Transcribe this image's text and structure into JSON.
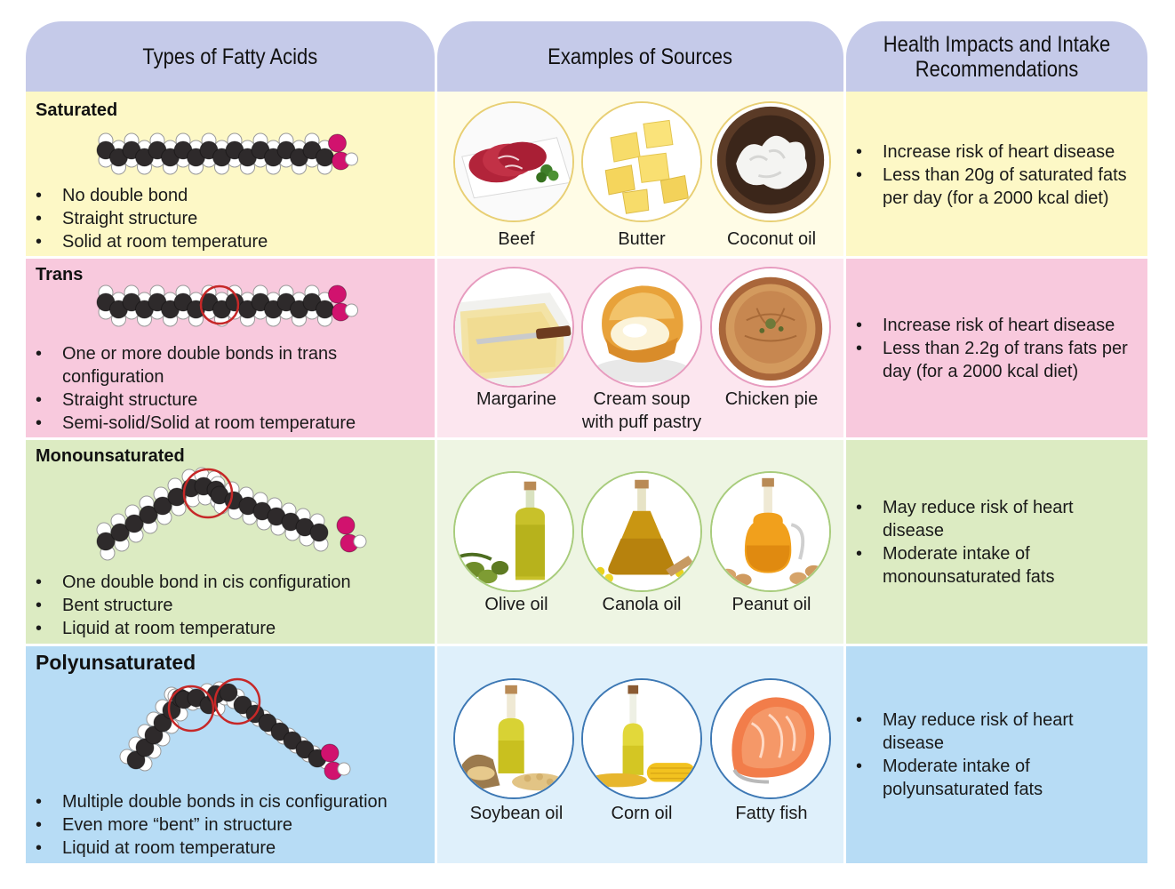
{
  "headers": {
    "types": "Types of Fatty Acids",
    "sources": "Examples of Sources",
    "health": "Health Impacts and Intake Recommendations"
  },
  "rows": [
    {
      "title": "Saturated",
      "bullets": [
        "No double bond",
        "Straight structure",
        "Solid at room temperature"
      ],
      "sources": [
        "Beef",
        "Butter",
        "Coconut oil"
      ],
      "health": [
        "Increase risk of heart disease",
        "Less than 20g of saturated fats per day (for a 2000 kcal diet)"
      ]
    },
    {
      "title": "Trans",
      "bullets": [
        "One or more double bonds in trans configuration",
        "Straight structure",
        "Semi-solid/Solid at room temperature"
      ],
      "sources": [
        "Margarine",
        "Cream soup with puff pastry",
        "Chicken pie"
      ],
      "health": [
        "Increase risk of heart disease",
        "Less than 2.2g of trans fats per day (for a 2000 kcal diet)"
      ]
    },
    {
      "title": "Monounsaturated",
      "bullets": [
        "One double bond in cis configuration",
        "Bent structure",
        "Liquid at room temperature"
      ],
      "sources": [
        "Olive oil",
        "Canola oil",
        "Peanut oil"
      ],
      "health": [
        "May reduce risk of heart disease",
        "Moderate intake of monounsaturated fats"
      ]
    },
    {
      "title": "Polyunsaturated",
      "bullets": [
        "Multiple double bonds in cis configuration",
        "Even more “bent” in structure",
        "Liquid at room temperature"
      ],
      "sources": [
        "Soybean oil",
        "Corn oil",
        "Fatty fish"
      ],
      "health": [
        "May reduce risk of heart disease",
        "Moderate intake of polyunsaturated fats"
      ]
    }
  ],
  "colors": {
    "header": "#c5cae9",
    "saturated": "#fdf8c6",
    "trans": "#f8c9dd",
    "monounsaturated": "#dcebc2",
    "polyunsaturated": "#b7dcf5",
    "carbon": "#2e2a2b",
    "hydrogen": "#ffffff",
    "oxygen": "#d1126e",
    "highlight_circle": "#c62828"
  }
}
